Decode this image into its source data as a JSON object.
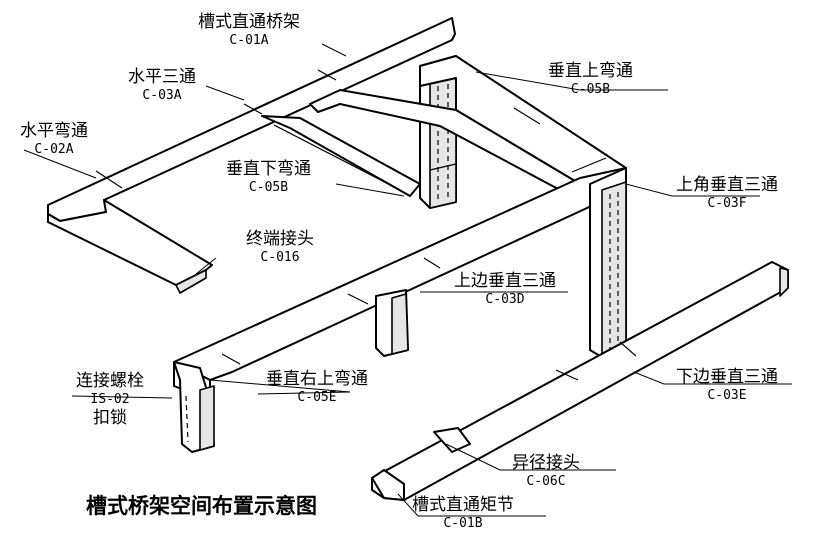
{
  "title": "槽式桥架空间布置示意图",
  "labels": {
    "c01a": {
      "name": "槽式直通桥架",
      "code": "C-01A"
    },
    "c03a": {
      "name": "水平三通",
      "code": "C-03A"
    },
    "c02a": {
      "name": "水平弯通",
      "code": "C-02A"
    },
    "c05b_down": {
      "name": "垂直下弯通",
      "code": "C-05B"
    },
    "c016": {
      "name": "终端接头",
      "code": "C-016"
    },
    "c05b_up": {
      "name": "垂直上弯通",
      "code": "C-05B"
    },
    "c03f": {
      "name": "上角垂直三通",
      "code": "C-03F"
    },
    "c03d": {
      "name": "上边垂直三通",
      "code": "C-03D"
    },
    "c05e": {
      "name": "垂直右上弯通",
      "code": "C-05E"
    },
    "is02": {
      "name": "连接螺栓",
      "code": "IS-02",
      "extra": "扣锁"
    },
    "c03e": {
      "name": "下边垂直三通",
      "code": "C-03E"
    },
    "c06c": {
      "name": "异径接头",
      "code": "C-06C"
    },
    "c01b": {
      "name": "槽式直通矩节",
      "code": "C-01B"
    }
  }
}
